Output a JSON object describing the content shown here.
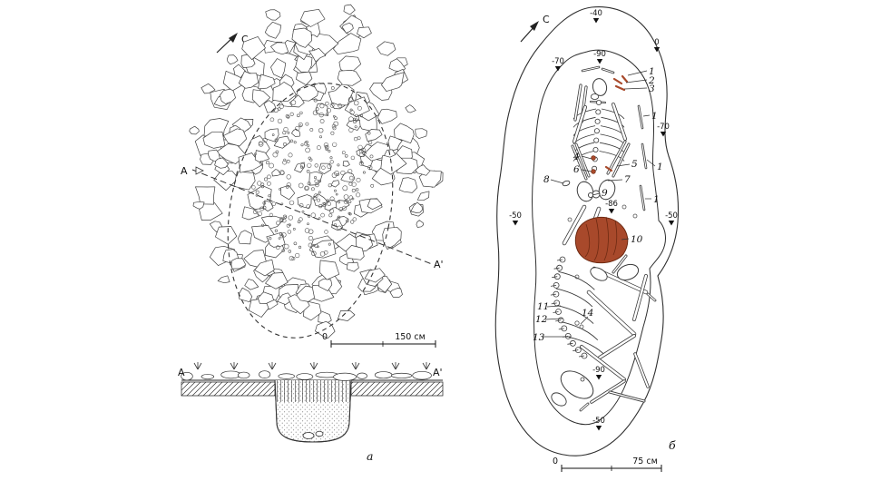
{
  "figure_a": {
    "caption": "а",
    "north": "С",
    "profile_a": "А",
    "profile_a2": "А'",
    "section_a": "А",
    "section_a2": "А'",
    "scale_zero": "0",
    "scale_label": "150 см"
  },
  "figure_b": {
    "caption": "б",
    "north": "С",
    "scale_zero": "0",
    "scale_label": "75 см",
    "artifact_color": "#a8492b",
    "artifact_stroke": "#6e2a12",
    "depth_markers": [
      "-40",
      "0",
      "-90",
      "-70",
      "-70",
      "-86",
      "-50",
      "-50",
      "-90",
      "-50"
    ],
    "find_labels": [
      "1",
      "2",
      "3",
      "1",
      "4",
      "5",
      "6",
      "1",
      "7",
      "8",
      "9",
      "1",
      "10",
      "11",
      "12",
      "13",
      "14"
    ]
  }
}
